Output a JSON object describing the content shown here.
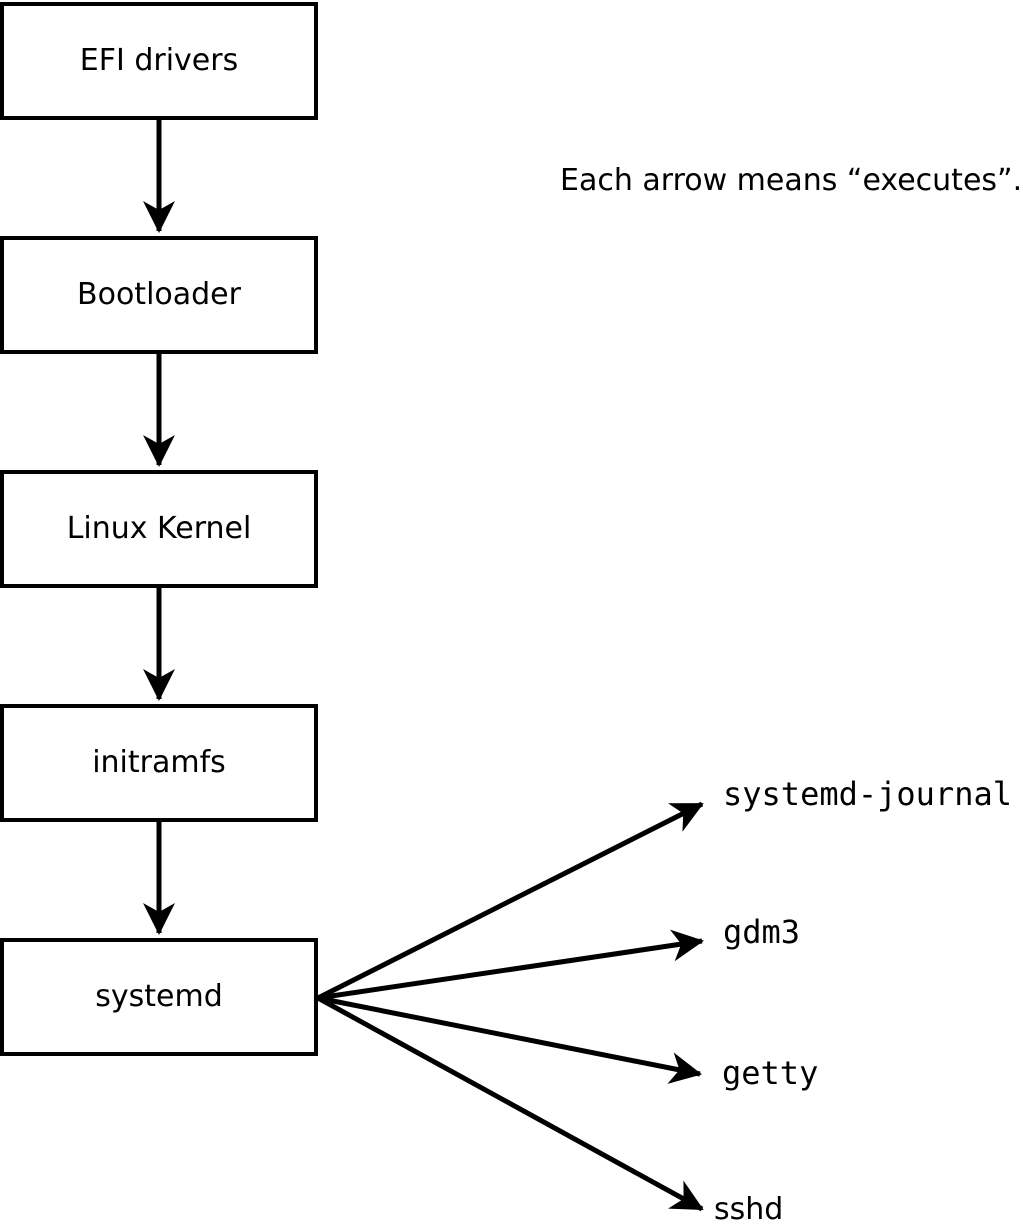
{
  "note": {
    "text": "Each arrow means “executes”."
  },
  "chain": [
    {
      "id": "efi",
      "label": "EFI drivers"
    },
    {
      "id": "bootloader",
      "label": "Bootloader"
    },
    {
      "id": "kernel",
      "label": "Linux Kernel"
    },
    {
      "id": "initramfs",
      "label": "initramfs"
    },
    {
      "id": "systemd",
      "label": "systemd"
    }
  ],
  "services": [
    {
      "id": "systemd-journal",
      "label": "systemd-journal"
    },
    {
      "id": "gdm3",
      "label": "gdm3"
    },
    {
      "id": "getty",
      "label": "getty"
    },
    {
      "id": "sshd",
      "label": "sshd"
    }
  ],
  "edges": [
    {
      "from": "EFI drivers",
      "to": "Bootloader",
      "meaning": "executes"
    },
    {
      "from": "Bootloader",
      "to": "Linux Kernel",
      "meaning": "executes"
    },
    {
      "from": "Linux Kernel",
      "to": "initramfs",
      "meaning": "executes"
    },
    {
      "from": "initramfs",
      "to": "systemd",
      "meaning": "executes"
    },
    {
      "from": "systemd",
      "to": "systemd-journal",
      "meaning": "executes"
    },
    {
      "from": "systemd",
      "to": "gdm3",
      "meaning": "executes"
    },
    {
      "from": "systemd",
      "to": "getty",
      "meaning": "executes"
    },
    {
      "from": "systemd",
      "to": "sshd",
      "meaning": "executes"
    }
  ],
  "colors": {
    "background": "#ffffff",
    "line": "#000000",
    "text": "#000000",
    "box_fill": "#ffffff",
    "box_border": "#000000"
  }
}
